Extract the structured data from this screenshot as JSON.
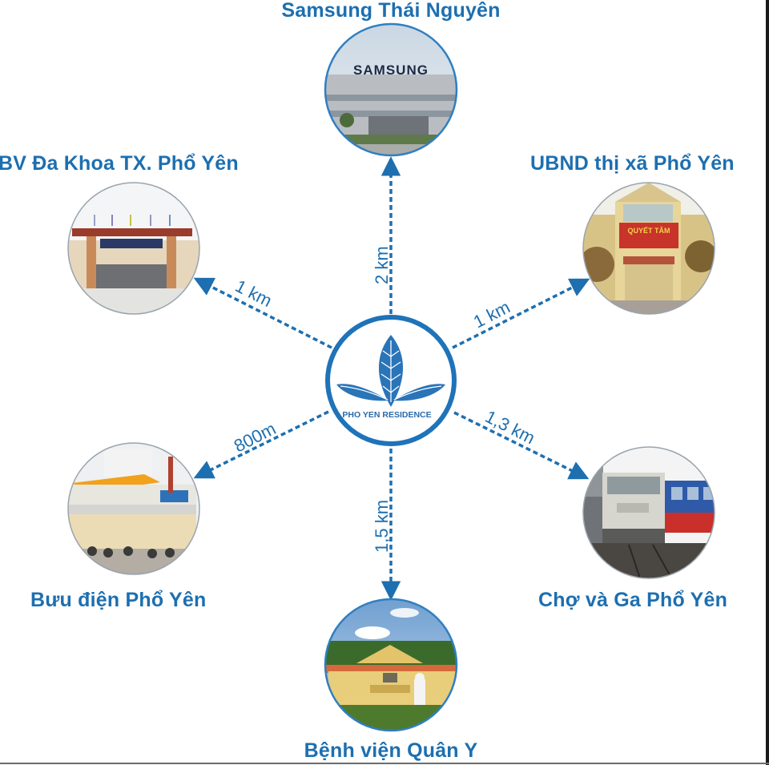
{
  "colors": {
    "accent": "#1d6fb0",
    "circle_border": "#2f7fc1",
    "background": "#ffffff"
  },
  "center": {
    "logo_icon": "leaf-icon",
    "logo_text": "PHO YEN RESIDENCE"
  },
  "locations": [
    {
      "id": "samsung",
      "title": "Samsung Thái Nguyên",
      "distance": "2 km",
      "photo": "samsung-factory",
      "sign_text": "SAMSUNG"
    },
    {
      "id": "bv-da-khoa",
      "title": "BV Đa Khoa TX. Phổ Yên",
      "distance": "1 km",
      "photo": "hospital-gate"
    },
    {
      "id": "ubnd",
      "title": "UBND thị xã Phổ Yên",
      "distance": "1 km",
      "photo": "government-building",
      "banner_text": "QUYẾT TÂM"
    },
    {
      "id": "buu-dien",
      "title": "Bưu điện Phổ Yên",
      "distance": "800m",
      "photo": "post-office"
    },
    {
      "id": "cho-ga",
      "title": "Chợ và Ga Phổ Yên",
      "distance": "1,3 km",
      "photo": "train-station"
    },
    {
      "id": "benh-vien-quan-y",
      "title": "Bệnh viện Quân Y",
      "distance": "1,5 km",
      "photo": "military-hospital"
    }
  ]
}
